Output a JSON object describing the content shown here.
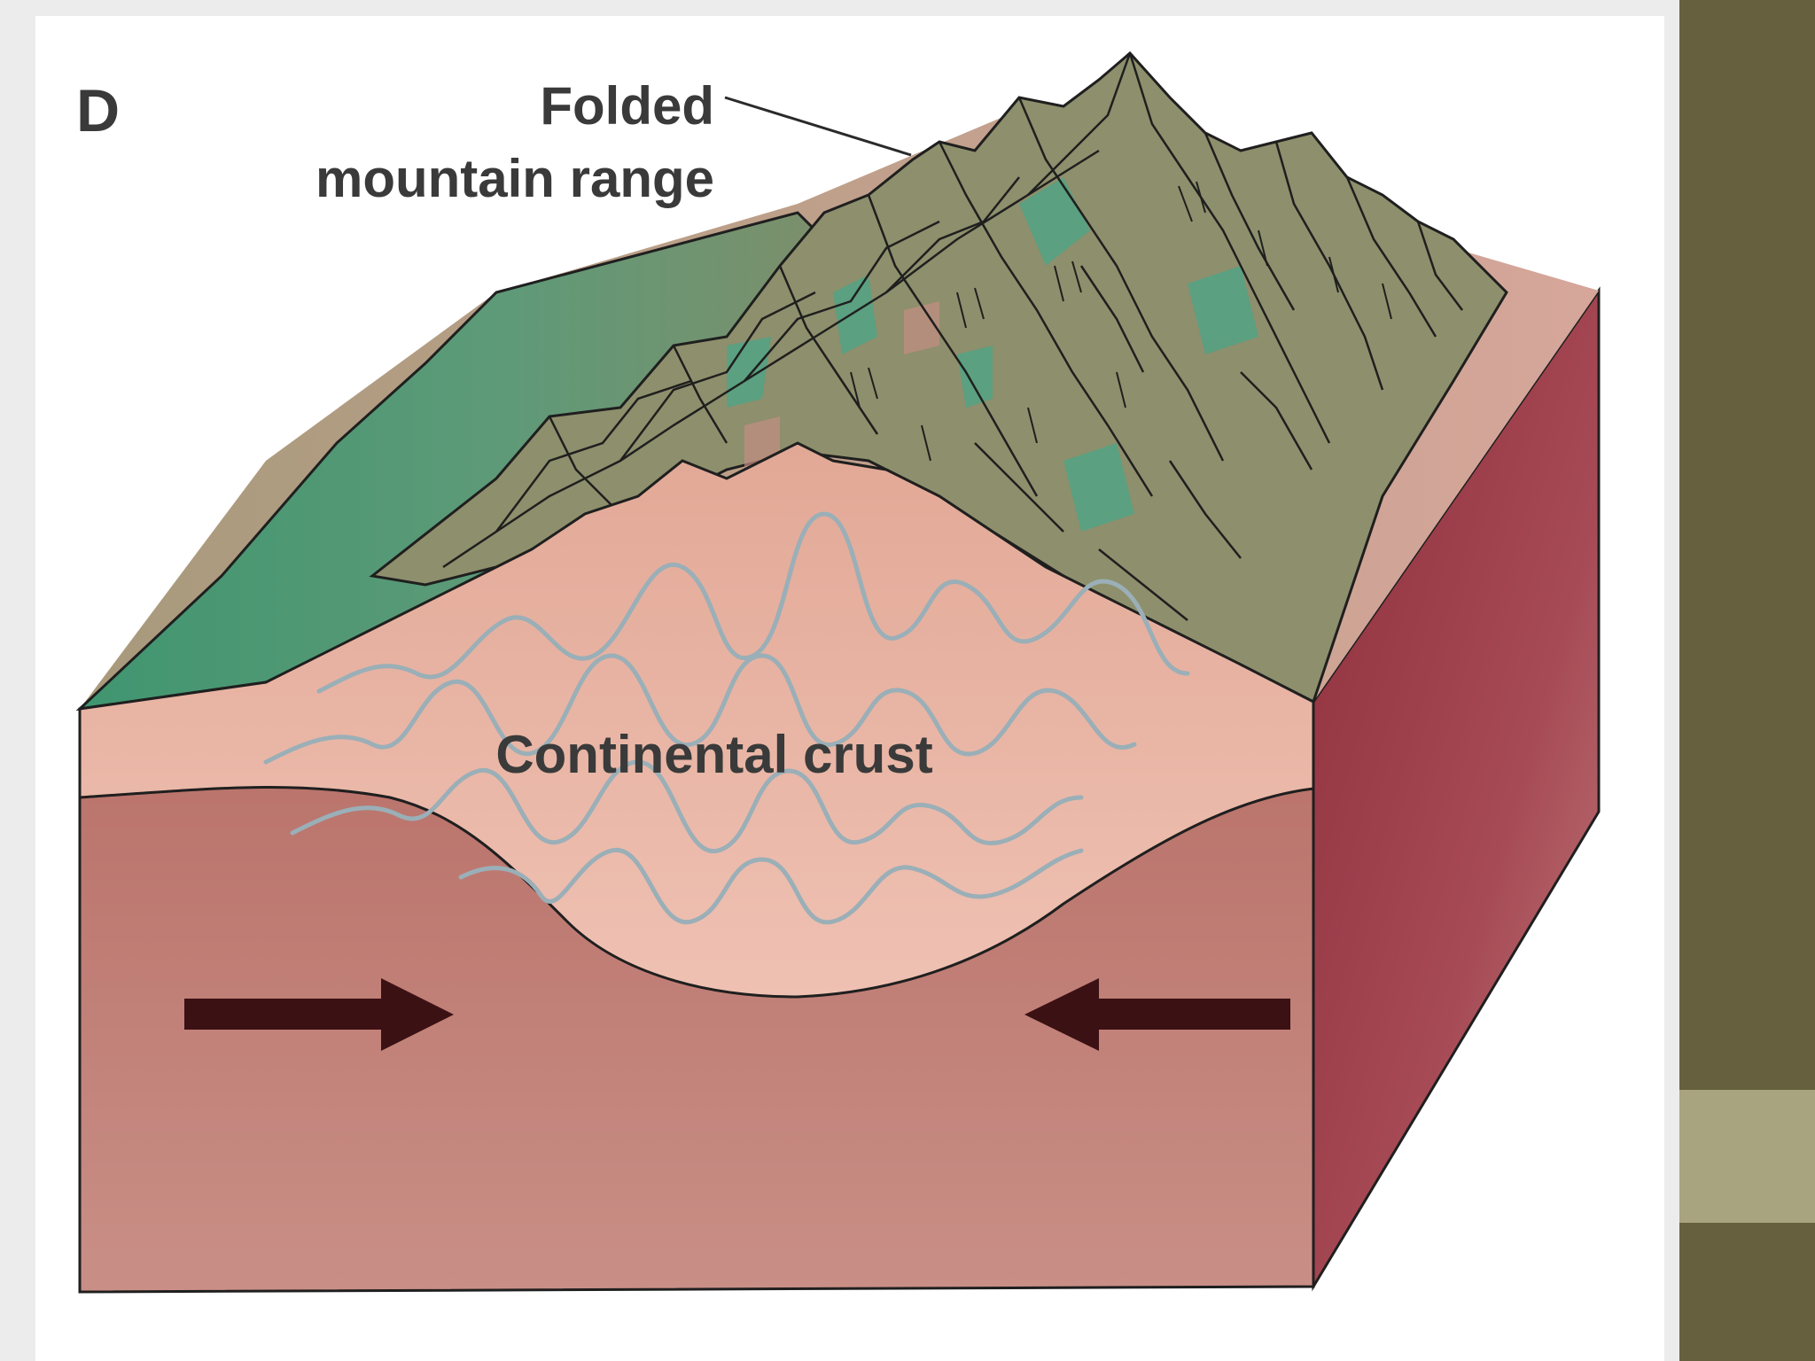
{
  "figure": {
    "panel_letter": "D",
    "labels": {
      "mountain_line1": "Folded",
      "mountain_line2": "mountain range",
      "crust": "Continental crust"
    },
    "arrows": [
      "left-to-right",
      "right-to-left"
    ]
  },
  "colors": {
    "background": "#ececec",
    "card": "#ffffff",
    "sidebar_dark": "#67603f",
    "sidebar_light": "#a8a47f",
    "mountain_green": "#4f9a77",
    "mountain_olive": "#8a8c68",
    "crust_pink": "#e6b2a1",
    "mantle_front": "#bd7a72",
    "mantle_side": "#9e3c48",
    "fold_lines": "#9aafb7",
    "arrow": "#3b1114",
    "text": "#3a3a3a"
  },
  "icons": [
    "arrow-right-icon",
    "arrow-left-icon"
  ]
}
